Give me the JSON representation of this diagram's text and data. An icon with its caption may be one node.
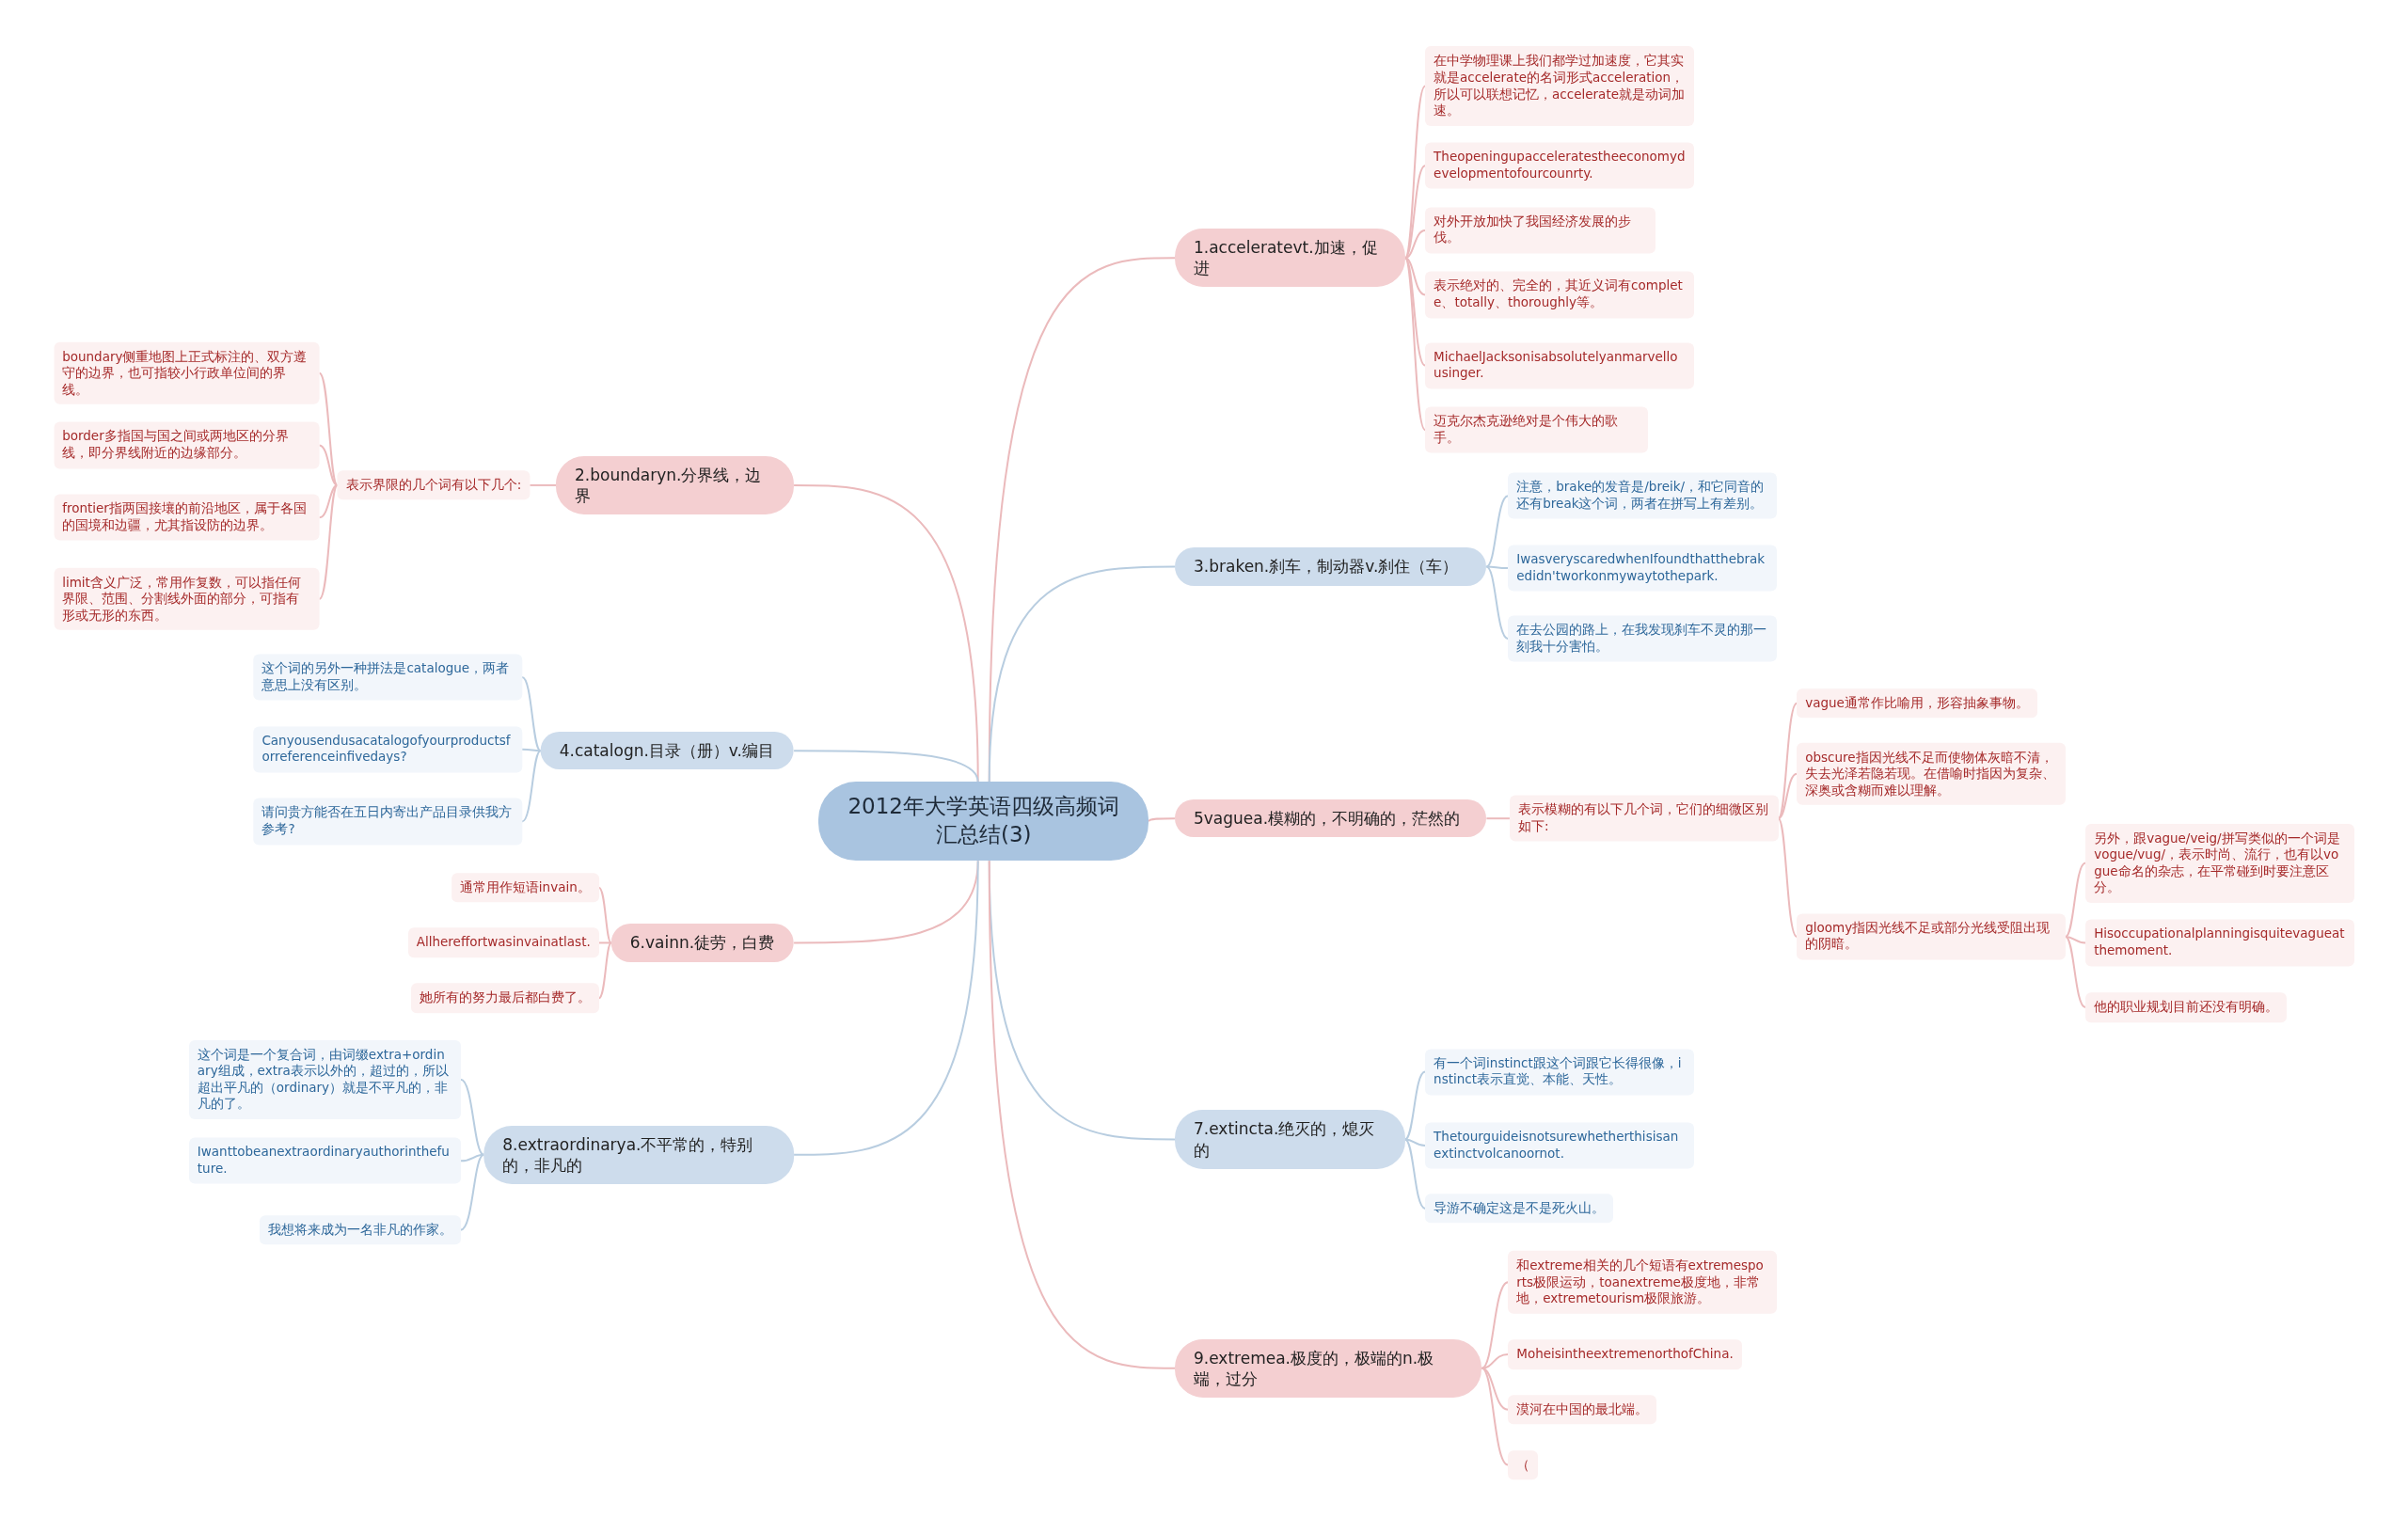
{
  "diagram": {
    "nodes": [
      {
        "text": [
          "2012年大学英语四级高频词汇总结(3)"
        ]
      },
      {
        "text": [
          "1.acceleratevt.加速，促进"
        ]
      },
      {
        "text": [
          "在中学物理课上我们都学过加速度，它其实就是accelerate的名词形式acceleration，所以可以联想记忆，accelerate就是动词加速。"
        ]
      },
      {
        "text": [
          "Theopeningupacceleratestheeconomydevelopmentofourcounrty."
        ]
      },
      {
        "text": [
          "对外开放加快了我国经济发展的步伐。"
        ]
      },
      {
        "text": [
          "表示绝对的、完全的，其近义词有complete、totally、thoroughly等。"
        ]
      },
      {
        "text": [
          "MichaelJacksonisabsolutelyanmarvellousinger."
        ]
      },
      {
        "text": [
          "迈克尔杰克逊绝对是个伟大的歌手。"
        ]
      },
      {
        "text": [
          "2.boundaryn.分界线，边界"
        ]
      },
      {
        "text": [
          "表示界限的几个词有以下几个:"
        ]
      },
      {
        "text": [
          "boundary侧重地图上正式标注的、双方遵守的边界，也可指较小行政单位间的界线。"
        ]
      },
      {
        "text": [
          "border多指国与国之间或两地区的分界线，即分界线附近的边缘部分。"
        ]
      },
      {
        "text": [
          "frontier指两国接壤的前沿地区，属于各国的国境和边疆，尤其指设防的边界。"
        ]
      },
      {
        "text": [
          "limit含义广泛，常用作复数，可以指任何界限、范围、分割线外面的部分，可指有形或无形的东西。"
        ]
      },
      {
        "text": [
          "3.braken.刹车，制动器v.刹住（车）"
        ]
      },
      {
        "text": [
          "注意，brake的发音是/breik/，和它同音的还有break这个词，两者在拼写上有差别。"
        ]
      },
      {
        "text": [
          "IwasveryscaredwhenIfoundthatthebrakedidn'tworkonmywaytothepark."
        ]
      },
      {
        "text": [
          "在去公园的路上，在我发现刹车不灵的那一刻我十分害怕。"
        ]
      },
      {
        "text": [
          "4.catalogn.目录（册）v.编目"
        ]
      },
      {
        "text": [
          "这个词的另外一种拼法是catalogue，两者意思上没有区别。"
        ]
      },
      {
        "text": [
          "Canyousendusacatalogofyourproductsforreferenceinfivedays?"
        ]
      },
      {
        "text": [
          "请问贵方能否在五日内寄出产品目录供我方参考?"
        ]
      },
      {
        "text": [
          "5vaguea.模糊的，不明确的，茫然的"
        ]
      },
      {
        "text": [
          "表示模糊的有以下几个词，它们的细微区别如下:"
        ]
      },
      {
        "text": [
          "vague通常作比喻用，形容抽象事物。"
        ]
      },
      {
        "text": [
          "obscure指因光线不足而使物体灰暗不清，失去光泽若隐若现。在借喻时指因为复杂、深奥或含糊而难以理解。"
        ]
      },
      {
        "text": [
          "gloomy指因光线不足或部分光线受阻出现的阴暗。"
        ]
      },
      {
        "text": [
          "另外，跟vague/veig/拼写类似的一个词是vogue/vug/，表示时尚、流行，也有以vogue命名的杂志，在平常碰到时要注意区分。"
        ]
      },
      {
        "text": [
          "Hisoccupationalplanningisquitevagueatthemoment."
        ]
      },
      {
        "text": [
          "他的职业规划目前还没有明确。"
        ]
      },
      {
        "text": [
          "6.vainn.徒劳，白费"
        ]
      },
      {
        "text": [
          "通常用作短语invain。"
        ]
      },
      {
        "text": [
          "Allhereffortwasinvainatlast."
        ]
      },
      {
        "text": [
          "她所有的努力最后都白费了。"
        ]
      },
      {
        "text": [
          "8.extraordinarya.不平常的，特别的，非凡的"
        ]
      },
      {
        "text": [
          "这个词是一个复合词，由词缀extra+ordinary组成，extra表示以外的，超过的，所以超出平凡的（ordinary）就是不平凡的，非凡的了。"
        ]
      },
      {
        "text": [
          "Iwanttobeanextraordinaryauthorinthefuture."
        ]
      },
      {
        "text": [
          "我想将来成为一名非凡的作家。"
        ]
      },
      {
        "text": [
          "7.extincta.绝灭的，熄灭的"
        ]
      },
      {
        "text": [
          "有一个词instinct跟这个词跟它长得很像，instinct表示直觉、本能、天性。"
        ]
      },
      {
        "text": [
          "Thetourguideisnotsurewhetherthisisanextinctvolcanoornot."
        ]
      },
      {
        "text": [
          "导游不确定这是不是死火山。"
        ]
      },
      {
        "text": [
          "9.extremea.极度的，极端的n.极端，过分"
        ]
      },
      {
        "text": [
          "和extreme相关的几个短语有extremesports极限运动，toanextreme极度地，非常地，extremetourism极限旅游。"
        ]
      },
      {
        "text": [
          "MoheisintheextremenorthofChina."
        ]
      },
      {
        "text": [
          "漠河在中国的最北端。"
        ]
      },
      {
        "text": [
          "（"
        ]
      }
    ],
    "edges": [
      {
        "from": 0,
        "to": 1,
        "arrow": "none"
      },
      {
        "from": 1,
        "to": 2,
        "arrow": "none"
      },
      {
        "from": 1,
        "to": 3,
        "arrow": "none"
      },
      {
        "from": 1,
        "to": 4,
        "arrow": "none"
      },
      {
        "from": 1,
        "to": 5,
        "arrow": "none"
      },
      {
        "from": 1,
        "to": 6,
        "arrow": "none"
      },
      {
        "from": 1,
        "to": 7,
        "arrow": "none"
      },
      {
        "from": 0,
        "to": 8,
        "arrow": "none"
      },
      {
        "from": 8,
        "to": 9,
        "arrow": "none"
      },
      {
        "from": 9,
        "to": 10,
        "arrow": "none"
      },
      {
        "from": 9,
        "to": 11,
        "arrow": "none"
      },
      {
        "from": 9,
        "to": 12,
        "arrow": "none"
      },
      {
        "from": 9,
        "to": 13,
        "arrow": "none"
      },
      {
        "from": 0,
        "to": 14,
        "arrow": "none",
        "color": "#b8cde0"
      },
      {
        "from": 14,
        "to": 15,
        "arrow": "none",
        "color": "#b8cde0"
      },
      {
        "from": 14,
        "to": 16,
        "arrow": "none",
        "color": "#b8cde0"
      },
      {
        "from": 14,
        "to": 17,
        "arrow": "none",
        "color": "#b8cde0"
      },
      {
        "from": 0,
        "to": 18,
        "arrow": "none",
        "color": "#b8cde0"
      },
      {
        "from": 18,
        "to": 19,
        "arrow": "none",
        "color": "#b8cde0"
      },
      {
        "from": 18,
        "to": 20,
        "arrow": "none",
        "color": "#b8cde0"
      },
      {
        "from": 18,
        "to": 21,
        "arrow": "none",
        "color": "#b8cde0"
      },
      {
        "from": 0,
        "to": 22,
        "arrow": "none"
      },
      {
        "from": 22,
        "to": 23,
        "arrow": "none"
      },
      {
        "from": 23,
        "to": 24,
        "arrow": "none"
      },
      {
        "from": 23,
        "to": 25,
        "arrow": "none"
      },
      {
        "from": 23,
        "to": 26,
        "arrow": "none"
      },
      {
        "from": 26,
        "to": 27,
        "arrow": "none"
      },
      {
        "from": 26,
        "to": 28,
        "arrow": "none"
      },
      {
        "from": 26,
        "to": 29,
        "arrow": "none"
      },
      {
        "from": 0,
        "to": 30,
        "arrow": "none"
      },
      {
        "from": 30,
        "to": 31,
        "arrow": "none"
      },
      {
        "from": 30,
        "to": 32,
        "arrow": "none"
      },
      {
        "from": 30,
        "to": 33,
        "arrow": "none"
      },
      {
        "from": 0,
        "to": 34,
        "arrow": "none",
        "color": "#b8cde0"
      },
      {
        "from": 34,
        "to": 35,
        "arrow": "none",
        "color": "#b8cde0"
      },
      {
        "from": 34,
        "to": 36,
        "arrow": "none",
        "color": "#b8cde0"
      },
      {
        "from": 34,
        "to": 37,
        "arrow": "none",
        "color": "#b8cde0"
      },
      {
        "from": 0,
        "to": 38,
        "arrow": "none",
        "color": "#b8cde0"
      },
      {
        "from": 38,
        "to": 39,
        "arrow": "none",
        "color": "#b8cde0"
      },
      {
        "from": 38,
        "to": 40,
        "arrow": "none",
        "color": "#b8cde0"
      },
      {
        "from": 38,
        "to": 41,
        "arrow": "none",
        "color": "#b8cde0"
      },
      {
        "from": 0,
        "to": 42,
        "arrow": "none"
      },
      {
        "from": 42,
        "to": 43,
        "arrow": "none"
      },
      {
        "from": 42,
        "to": 44,
        "arrow": "none"
      },
      {
        "from": 42,
        "to": 45,
        "arrow": "none"
      },
      {
        "from": 42,
        "to": 46,
        "arrow": "none"
      }
    ]
  }
}
